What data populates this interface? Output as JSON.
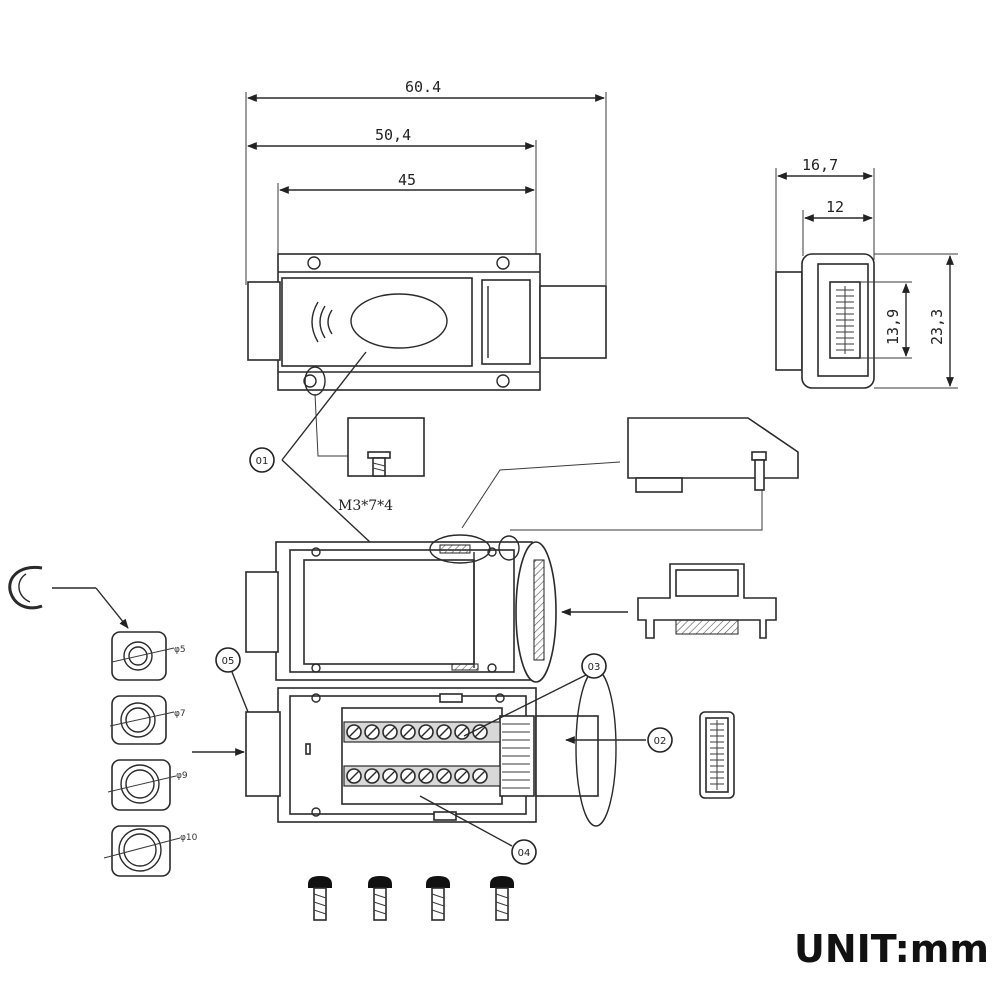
{
  "dimensions": {
    "overall_length": "60.4",
    "body_length": "50,4",
    "inner_length": "45",
    "side_width": "16,7",
    "side_inner_width": "12",
    "connector_height": "13,9",
    "overall_height": "23,3"
  },
  "screw_spec": "M3*7*4",
  "callouts": [
    "01",
    "02",
    "03",
    "04",
    "05"
  ],
  "grommet_sizes": [
    "φ5",
    "φ7",
    "φ9",
    "φ10"
  ],
  "unit_label": "UNIT:mm"
}
